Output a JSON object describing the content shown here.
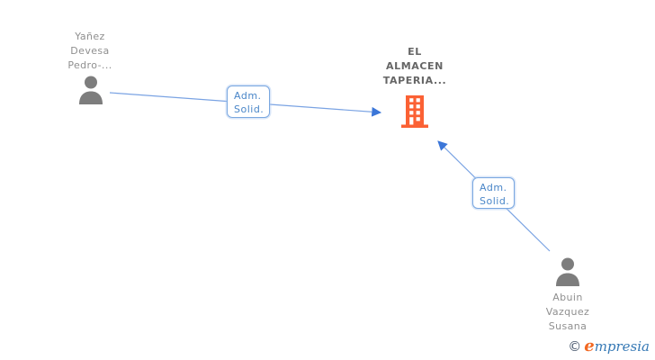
{
  "diagram": {
    "nodes": {
      "person1": {
        "type": "person",
        "lines": [
          "Yañez",
          "Devesa",
          "Pedro-..."
        ]
      },
      "company": {
        "type": "company",
        "lines": [
          "EL",
          "ALMACEN",
          "TAPERIA..."
        ]
      },
      "person2": {
        "type": "person",
        "lines": [
          "Abuin",
          "Vazquez",
          "Susana"
        ]
      }
    },
    "edges": {
      "edge1": {
        "from": "person1",
        "to": "company",
        "lines": [
          "Adm.",
          "Solid."
        ]
      },
      "edge2": {
        "from": "person2",
        "to": "company",
        "lines": [
          "Adm.",
          "Solid."
        ]
      }
    },
    "colors": {
      "person_icon": "#7d7d7d",
      "company_icon": "#fb6134",
      "edge_line": "#7aa3e3",
      "arrowhead": "#3b76d8",
      "edge_label_text": "#4a86c8",
      "edge_label_border": "#7aa7e0",
      "node_label_text": "#8f8f8f",
      "company_label_text": "#666666",
      "window_fill": "#ffffff"
    }
  },
  "watermark": {
    "symbol": "©",
    "brand_initial": "e",
    "brand_rest": "mpresia"
  }
}
